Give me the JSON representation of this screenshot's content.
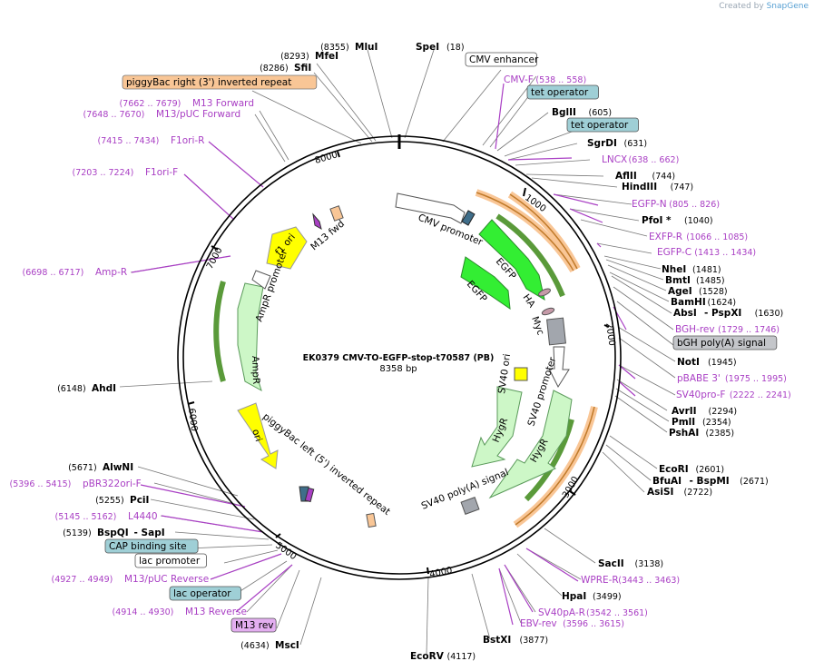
{
  "credit": {
    "prefix": "Created by",
    "brand": "SnapGene"
  },
  "plasmid": {
    "name": "EK0379 CMV-TO-EGFP-stop-t70587 (PB)",
    "length": "8358 bp"
  },
  "ticks": [
    "1000",
    "2000",
    "3000",
    "4000",
    "5000",
    "6000",
    "7000",
    "8000"
  ],
  "colors": {
    "primer": "#a93fc4",
    "promoter_fill": "#ffffff",
    "egfp": "#33ee33",
    "hygr": "#cdf7c7",
    "ori": "#ffff00",
    "orange_box": "#f9c696",
    "grey_box": "#a2a6ad",
    "blue_box": "#9fcfd6"
  },
  "features": [
    {
      "id": "cmv-promoter",
      "label": "CMV promoter"
    },
    {
      "id": "egfp-1",
      "label": "EGFP"
    },
    {
      "id": "egfp-2",
      "label": "EGFP"
    },
    {
      "id": "ha",
      "label": "HA"
    },
    {
      "id": "myc",
      "label": "Myc"
    },
    {
      "id": "sv40-promoter",
      "label": "SV40 promoter"
    },
    {
      "id": "sv40-ori",
      "label": "SV40 ori"
    },
    {
      "id": "hygr-1",
      "label": "HygR"
    },
    {
      "id": "hygr-2",
      "label": "HygR"
    },
    {
      "id": "sv40-polya",
      "label": "SV40 poly(A) signal"
    },
    {
      "id": "pb-left",
      "label": "piggyBac left (5') inverted repeat"
    },
    {
      "id": "ori",
      "label": "ori"
    },
    {
      "id": "ampr",
      "label": "AmpR"
    },
    {
      "id": "ampr-promoter",
      "label": "AmpR promoter"
    },
    {
      "id": "f1-ori",
      "label": "f1 ori"
    },
    {
      "id": "m13-fwd",
      "label": "M13 fwd"
    }
  ],
  "labels": [
    {
      "id": "mlui",
      "name": "MluI",
      "num": "(8355)",
      "kind": "site"
    },
    {
      "id": "spei",
      "name": "SpeI",
      "num": "(18)",
      "kind": "site"
    },
    {
      "id": "mfei",
      "name": "MfeI",
      "num": "(8293)",
      "kind": "site"
    },
    {
      "id": "sfii",
      "name": "SfiI",
      "num": "(8286)",
      "kind": "site"
    },
    {
      "id": "cmv-enhancer",
      "name": "CMV enhancer",
      "kind": "box-white"
    },
    {
      "id": "pb-right",
      "name": "piggyBac right (3') inverted repeat",
      "kind": "box-orange"
    },
    {
      "id": "cmv-f",
      "name": "CMV-F",
      "num": "(538 .. 558)",
      "kind": "primer"
    },
    {
      "id": "tet-op-1",
      "name": "tet operator",
      "kind": "box-blue"
    },
    {
      "id": "bglii",
      "name": "BglII",
      "num": "(605)",
      "kind": "site"
    },
    {
      "id": "m13-forward",
      "name": "M13 Forward",
      "num": "(7662 .. 7679)",
      "kind": "primer"
    },
    {
      "id": "m13-puc-forward",
      "name": "M13/pUC Forward",
      "num": "(7648 .. 7670)",
      "kind": "primer"
    },
    {
      "id": "tet-op-2",
      "name": "tet operator",
      "kind": "box-blue"
    },
    {
      "id": "f1ori-r",
      "name": "F1ori-R",
      "num": "(7415 .. 7434)",
      "kind": "primer"
    },
    {
      "id": "sgrdi",
      "name": "SgrDI",
      "num": "(631)",
      "kind": "site"
    },
    {
      "id": "lncx",
      "name": "LNCX",
      "num": "(638 .. 662)",
      "kind": "primer"
    },
    {
      "id": "aflii",
      "name": "AflII",
      "num": "(744)",
      "kind": "site"
    },
    {
      "id": "f1ori-f",
      "name": "F1ori-F",
      "num": "(7203 .. 7224)",
      "kind": "primer"
    },
    {
      "id": "hindiii",
      "name": "HindIII",
      "num": "(747)",
      "kind": "site"
    },
    {
      "id": "egfp-n",
      "name": "EGFP-N",
      "num": "(805 .. 826)",
      "kind": "primer"
    },
    {
      "id": "pfoi",
      "name": "PfoI *",
      "num": "(1040)",
      "kind": "site"
    },
    {
      "id": "exfp-r",
      "name": "EXFP-R",
      "num": "(1066 .. 1085)",
      "kind": "primer"
    },
    {
      "id": "egfp-c",
      "name": "EGFP-C",
      "num": "(1413 .. 1434)",
      "kind": "primer"
    },
    {
      "id": "amp-r",
      "name": "Amp-R",
      "num": "(6698 .. 6717)",
      "kind": "primer"
    },
    {
      "id": "nhei",
      "name": "NheI",
      "num": "(1481)",
      "kind": "site"
    },
    {
      "id": "bmti",
      "name": "BmtI",
      "num": "(1485)",
      "kind": "site"
    },
    {
      "id": "agei",
      "name": "AgeI",
      "num": "(1528)",
      "kind": "site"
    },
    {
      "id": "bamhi",
      "name": "BamHI",
      "num": "(1624)",
      "kind": "site"
    },
    {
      "id": "absi",
      "name": "AbsI",
      "name2": "PspXI",
      "num": "(1630)",
      "kind": "site2"
    },
    {
      "id": "bgh-rev",
      "name": "BGH-rev",
      "num": "(1729 .. 1746)",
      "kind": "primer"
    },
    {
      "id": "bgh-polya",
      "name": "bGH poly(A) signal",
      "kind": "box-grey"
    },
    {
      "id": "noti",
      "name": "NotI",
      "num": "(1945)",
      "kind": "site"
    },
    {
      "id": "pbabe3",
      "name": "pBABE 3'",
      "num": "(1975 .. 1995)",
      "kind": "primer"
    },
    {
      "id": "sv40pro-f",
      "name": "SV40pro-F",
      "num": "(2222 .. 2241)",
      "kind": "primer"
    },
    {
      "id": "ahdi",
      "name": "AhdI",
      "num": "(6148)",
      "kind": "site"
    },
    {
      "id": "avrii",
      "name": "AvrII",
      "num": "(2294)",
      "kind": "site"
    },
    {
      "id": "pmli",
      "name": "PmlI",
      "num": "(2354)",
      "kind": "site"
    },
    {
      "id": "pshai",
      "name": "PshAI",
      "num": "(2385)",
      "kind": "site"
    },
    {
      "id": "ecori",
      "name": "EcoRI",
      "num": "(2601)",
      "kind": "site"
    },
    {
      "id": "bfuai",
      "name": "BfuAI",
      "name2": "BspMI",
      "num": "(2671)",
      "kind": "site2"
    },
    {
      "id": "asisi",
      "name": "AsiSI",
      "num": "(2722)",
      "kind": "site"
    },
    {
      "id": "alwni",
      "name": "AlwNI",
      "num": "(5671)",
      "kind": "site"
    },
    {
      "id": "pbr322ori-f",
      "name": "pBR322ori-F",
      "num": "(5396 .. 5415)",
      "kind": "primer"
    },
    {
      "id": "pcii",
      "name": "PciI",
      "num": "(5255)",
      "kind": "site"
    },
    {
      "id": "l4440",
      "name": "L4440",
      "num": "(5145 .. 5162)",
      "kind": "primer"
    },
    {
      "id": "bspqi",
      "name": "BspQI",
      "name2": "SapI",
      "num": "(5139)",
      "kind": "site2"
    },
    {
      "id": "cap",
      "name": "CAP binding site",
      "kind": "box-blue"
    },
    {
      "id": "lac-promoter",
      "name": "lac promoter",
      "kind": "box-white"
    },
    {
      "id": "m13-puc-reverse",
      "name": "M13/pUC Reverse",
      "num": "(4927 .. 4949)",
      "kind": "primer"
    },
    {
      "id": "lac-operator",
      "name": "lac operator",
      "kind": "box-blue"
    },
    {
      "id": "m13-reverse",
      "name": "M13 Reverse",
      "num": "(4914 .. 4930)",
      "kind": "primer"
    },
    {
      "id": "m13-rev",
      "name": "M13 rev",
      "kind": "box-pink"
    },
    {
      "id": "msci",
      "name": "MscI",
      "num": "(4634)",
      "kind": "site"
    },
    {
      "id": "ecorv",
      "name": "EcoRV",
      "num": "(4117)",
      "kind": "site"
    },
    {
      "id": "bstxi",
      "name": "BstXI",
      "num": "(3877)",
      "kind": "site"
    },
    {
      "id": "hpai",
      "name": "HpaI",
      "num": "(3499)",
      "kind": "site"
    },
    {
      "id": "sacii",
      "name": "SacII",
      "num": "(3138)",
      "kind": "site"
    },
    {
      "id": "wpre-r",
      "name": "WPRE-R",
      "num": "(3443 .. 3463)",
      "kind": "primer"
    },
    {
      "id": "sv40pa-r",
      "name": "SV40pA-R",
      "num": "(3542 .. 3561)",
      "kind": "primer"
    },
    {
      "id": "ebv-rev",
      "name": "EBV-rev",
      "num": "(3596 .. 3615)",
      "kind": "primer"
    }
  ]
}
